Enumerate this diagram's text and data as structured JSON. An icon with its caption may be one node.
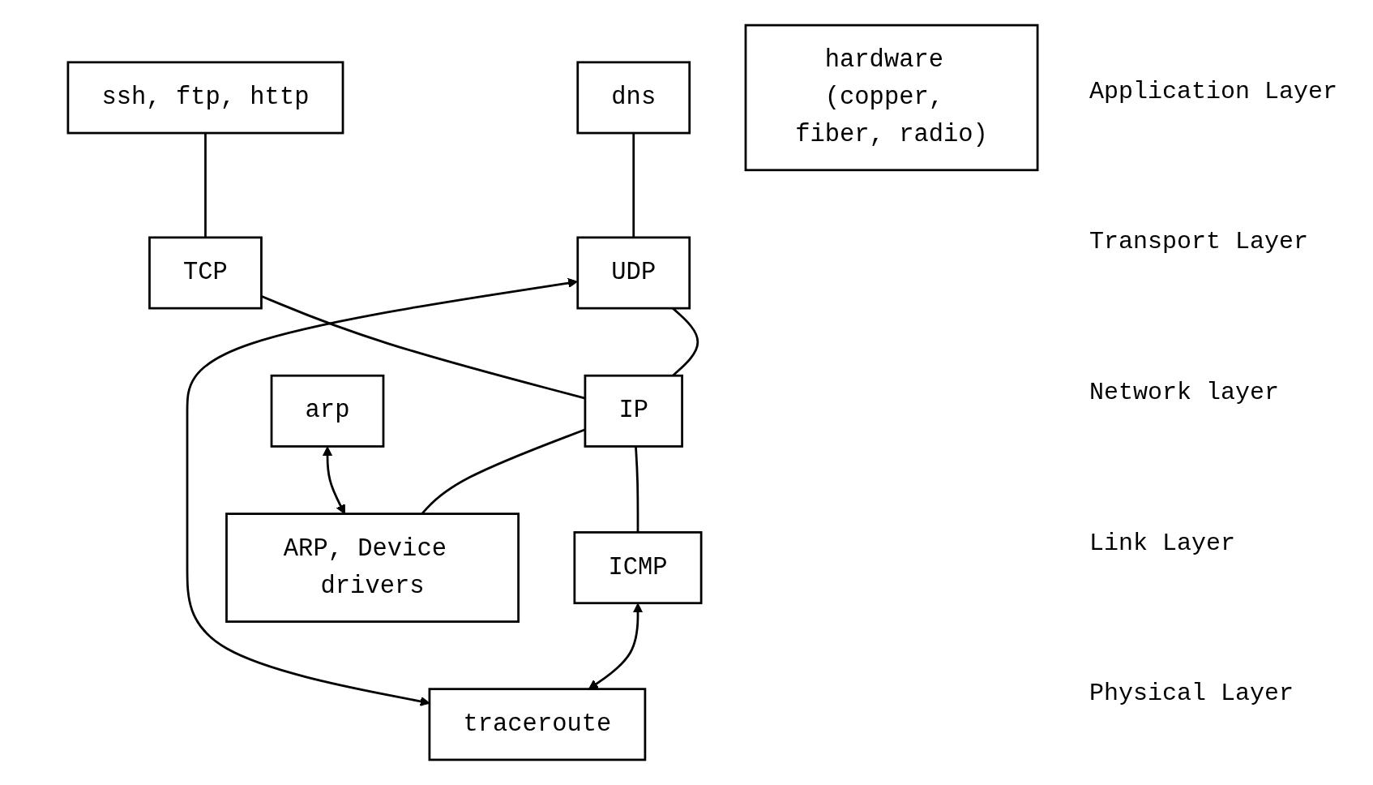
{
  "diagram": {
    "nodes": [
      {
        "text": [
          "arp"
        ]
      },
      {
        "text": [
          "ssh, ftp, http"
        ]
      },
      {
        "text": [
          "dns"
        ]
      },
      {
        "text": [
          "traceroute"
        ]
      },
      {
        "text": [
          "TCP"
        ]
      },
      {
        "text": [
          "UDP"
        ]
      },
      {
        "text": [
          "IP"
        ]
      },
      {
        "text": [
          "ICMP"
        ]
      },
      {
        "text": [
          "ARP, Device drivers"
        ]
      },
      {
        "text": [
          "hardware (copper, fiber, radio)"
        ]
      }
    ],
    "edges": [
      {
        "from": 0,
        "to": 8,
        "arrow": "both"
      },
      {
        "from": 1,
        "to": 4,
        "arrow": "none"
      },
      {
        "from": 2,
        "to": 5,
        "arrow": "none"
      },
      {
        "from": 5,
        "to": 3,
        "arrow": "both"
      },
      {
        "from": 7,
        "to": 3,
        "arrow": "both"
      },
      {
        "from": 4,
        "to": 6,
        "arrow": "none"
      },
      {
        "from": 5,
        "to": 6,
        "arrow": "none"
      },
      {
        "from": 6,
        "to": 7,
        "arrow": "none"
      },
      {
        "from": 6,
        "to": 8,
        "arrow": "none"
      }
    ],
    "labels": [
      "Application Layer",
      "Transport Layer",
      "Network layer",
      "Link Layer",
      "Physical Layer"
    ]
  }
}
